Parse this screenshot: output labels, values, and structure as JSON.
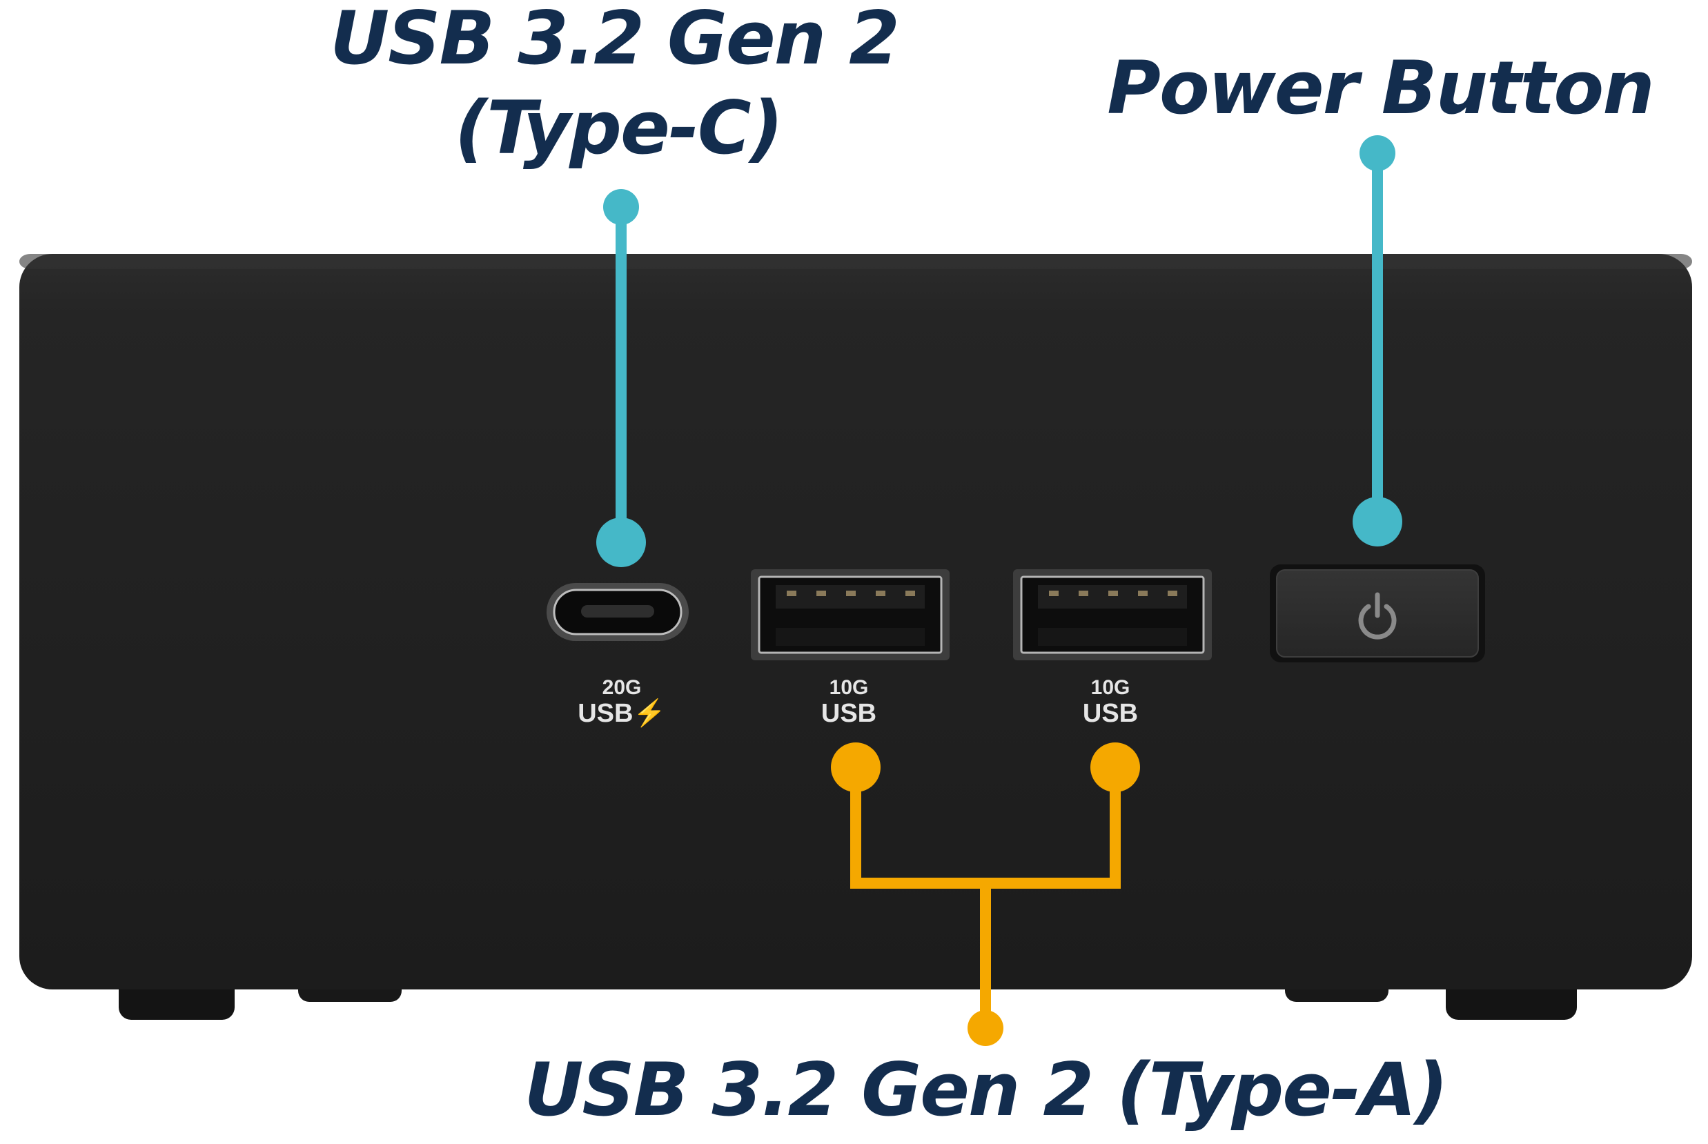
{
  "callouts": {
    "type_c": {
      "line1": "USB 3.2 Gen 2",
      "line2": "(Type-C)"
    },
    "power": {
      "label": "Power Button"
    },
    "type_a": {
      "label": "USB 3.2 Gen 2 (Type-A)"
    }
  },
  "port_labels": {
    "type_c": {
      "speed": "20G",
      "name": "USB⚡"
    },
    "usb_a_1": {
      "speed": "10G",
      "name": "USB"
    },
    "usb_a_2": {
      "speed": "10G",
      "name": "USB"
    }
  },
  "icons": {
    "power": "power-icon",
    "charge": "lightning-bolt-icon"
  },
  "colors": {
    "teal_callout": "#45b8c8",
    "orange_callout": "#f5a800",
    "label_text": "#132d4e",
    "device_body": "#232323"
  }
}
